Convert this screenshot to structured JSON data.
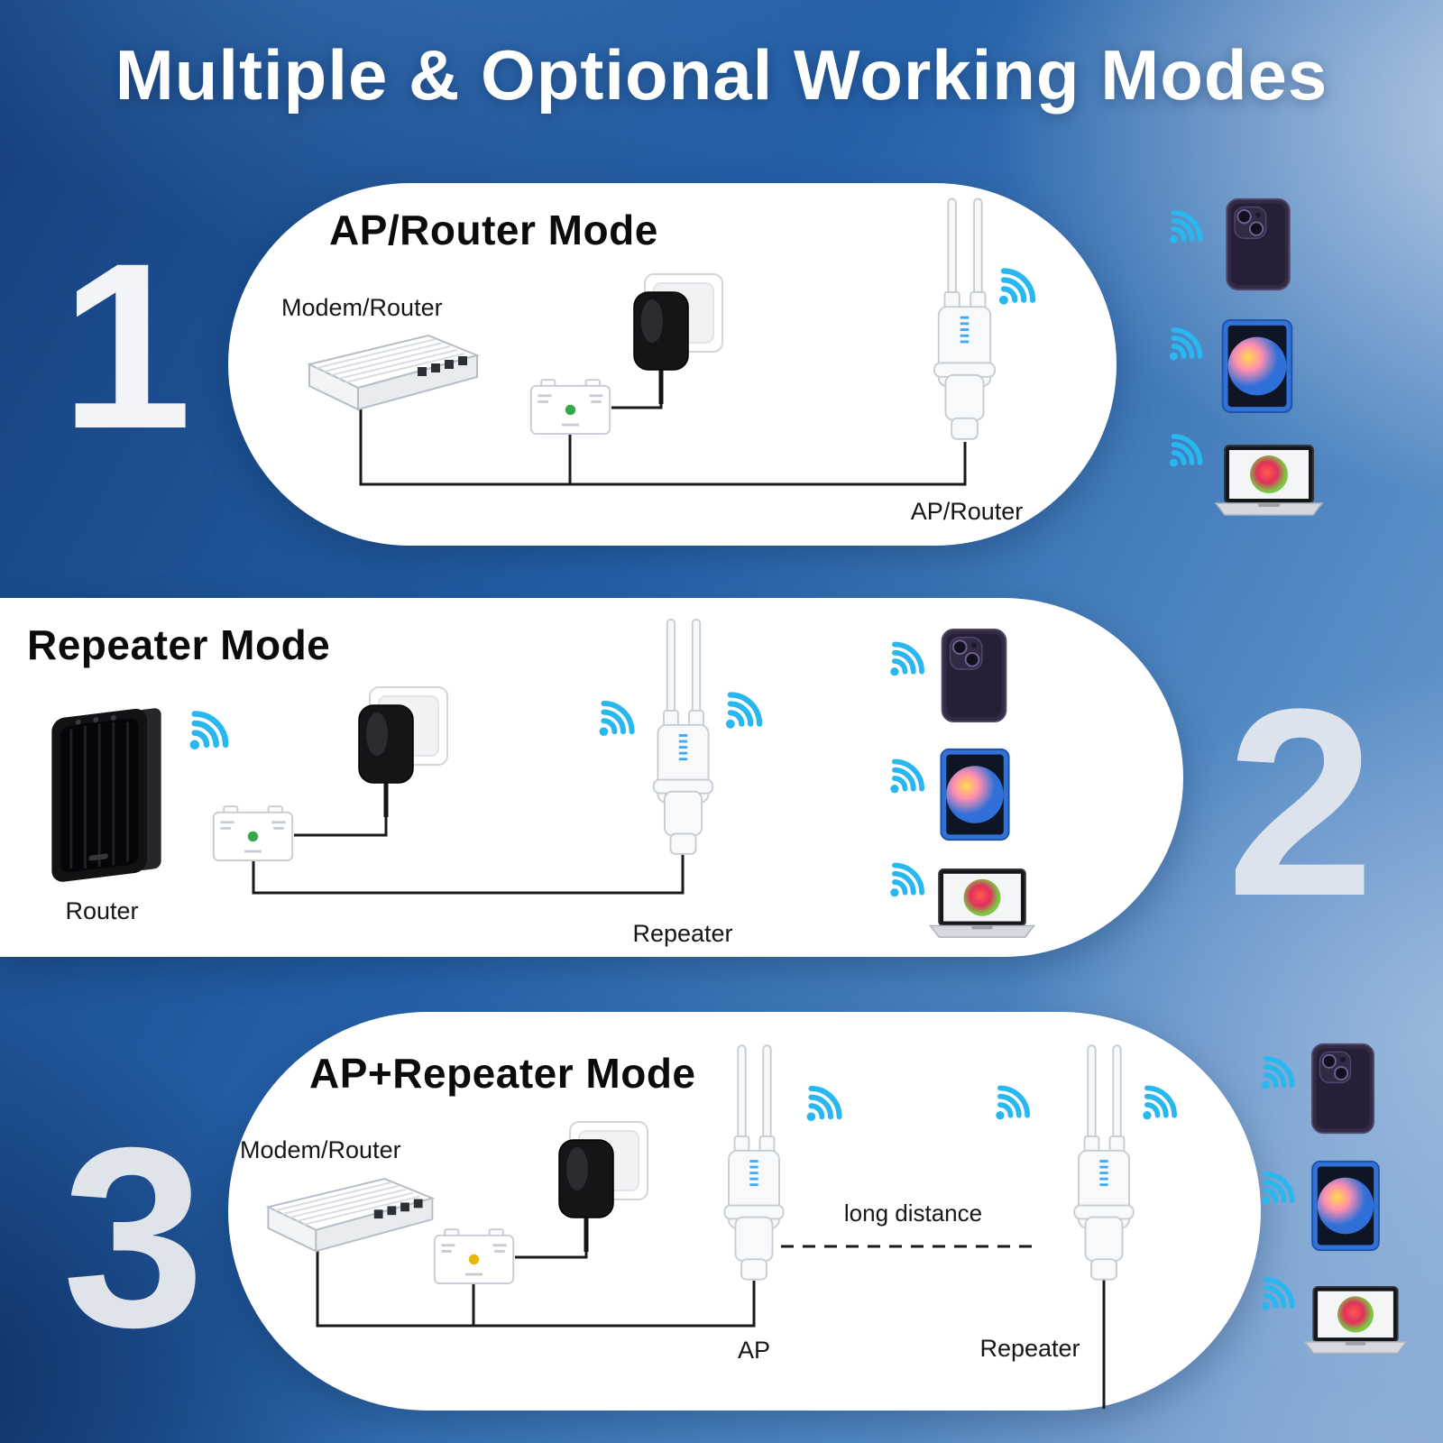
{
  "title": "Multiple & Optional Working Modes",
  "sections": {
    "one": {
      "number": "1",
      "title": "AP/Router Mode",
      "source_label": "Modem/Router",
      "device_label": "AP/Router"
    },
    "two": {
      "number": "2",
      "title": "Repeater Mode",
      "source_label": "Router",
      "device_label": "Repeater"
    },
    "three": {
      "number": "3",
      "title": "AP+Repeater Mode",
      "source_label": "Modem/Router",
      "ap_label": "AP",
      "repeater_label": "Repeater",
      "distance_label": "long distance"
    }
  },
  "colors": {
    "wifi_blue": "#29b7f0",
    "panel_white": "#ffffff",
    "background_blue": "#2561a8",
    "poe_led_green": "#35a84c",
    "poe_led_yellow": "#e8b70c"
  },
  "icons": {
    "wifi-icon": "blue wifi signal arcs",
    "outdoor-ap-icon": "white dual-antenna outdoor AP/extender",
    "modem-router-icon": "white modem/router box with ethernet ports",
    "router-icon": "black wireless router tower",
    "power-adapter-icon": "black power adapter plugged into wall outlet",
    "poe-injector-icon": "white PoE injector box with status LED",
    "smartphone-icon": "dark purple smartphone back with dual cameras",
    "tablet-icon": "blue tablet with colorful wallpaper",
    "laptop-icon": "laptop with colorful wallpaper"
  }
}
